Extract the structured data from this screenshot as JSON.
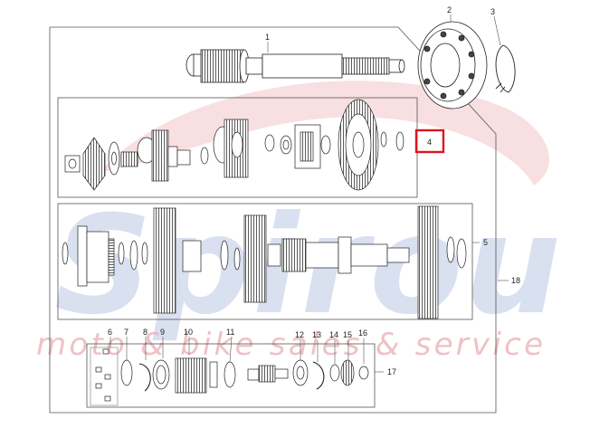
{
  "diagram": {
    "callouts": [
      {
        "id": "1",
        "label": "1"
      },
      {
        "id": "2",
        "label": "2"
      },
      {
        "id": "3",
        "label": "3"
      },
      {
        "id": "4",
        "label": "4"
      },
      {
        "id": "5",
        "label": "5"
      },
      {
        "id": "6",
        "label": "6"
      },
      {
        "id": "7",
        "label": "7"
      },
      {
        "id": "8",
        "label": "8"
      },
      {
        "id": "9",
        "label": "9"
      },
      {
        "id": "10",
        "label": "10"
      },
      {
        "id": "11",
        "label": "11"
      },
      {
        "id": "12",
        "label": "12"
      },
      {
        "id": "13",
        "label": "13"
      },
      {
        "id": "14",
        "label": "14"
      },
      {
        "id": "15",
        "label": "15"
      },
      {
        "id": "16",
        "label": "16"
      },
      {
        "id": "17",
        "label": "17"
      },
      {
        "id": "18",
        "label": "18"
      }
    ],
    "highlighted_callout": "4",
    "highlight_color": "#e0141e",
    "line_color": "#555555"
  },
  "watermark": {
    "logo_text": "Spirou",
    "tagline": "moto & bike sales & service",
    "color_red": "#e7a0a6",
    "color_blue": "#c3cde4"
  }
}
